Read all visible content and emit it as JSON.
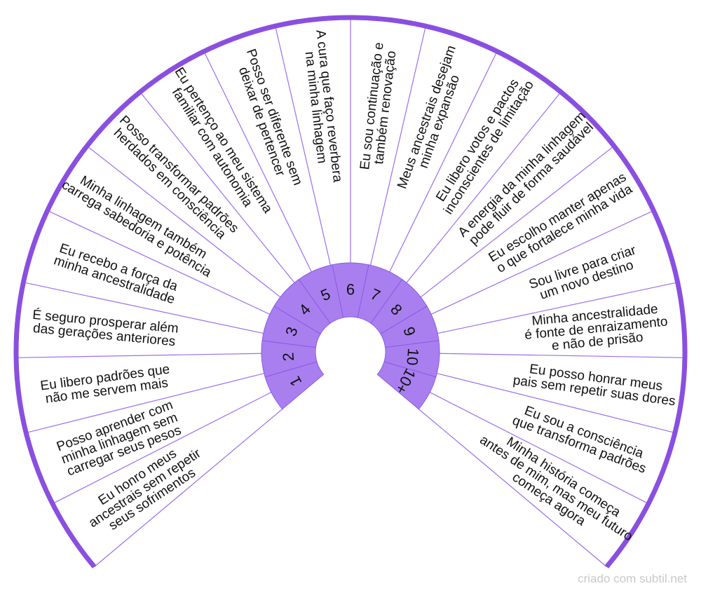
{
  "colors": {
    "ring": "#8a4fe0",
    "hub": "#a97ff0",
    "hub_stroke": "#8a5ae6",
    "spoke": "#9b6ef0"
  },
  "hub": {
    "numbers": [
      "1",
      "2",
      "3",
      "4",
      "5",
      "6",
      "7",
      "8",
      "9",
      "10",
      "10+"
    ]
  },
  "labels": [
    [
      "Eu honro meus",
      "ancestrais sem repetir",
      "seus sofrimentos"
    ],
    [
      "Posso aprender com",
      "minha linhagem sem",
      "carregar seus pesos"
    ],
    [
      "Eu libero padrões que",
      "não me servem mais"
    ],
    [
      "É seguro prosperar além",
      "das gerações anteriores"
    ],
    [
      "Eu recebo a força da",
      "minha ancestralidade"
    ],
    [
      "Minha linhagem também",
      "carrega sabedoria e potência"
    ],
    [
      "Posso transformar padrões",
      "herdados em consciência"
    ],
    [
      "Eu pertenço ao meu sistema",
      "familiar com autonomia"
    ],
    [
      "Posso ser diferente sem",
      "deixar de pertencer"
    ],
    [
      "A cura que faço reverbera",
      "na minha linhagem"
    ],
    [
      "Eu sou continuação e",
      "também renovação"
    ],
    [
      "Meus ancestrais desejam",
      "minha expansão"
    ],
    [
      "Eu libero votos e pactos",
      "inconscientes de limitação"
    ],
    [
      "A energia da minha linhagem",
      "pode fluir de forma saudável"
    ],
    [
      "Eu escolho manter apenas",
      "o que fortalece minha vida"
    ],
    [
      "Sou livre para criar",
      "um novo destino"
    ],
    [
      "Minha ancestralidade",
      "é fonte de enraizamento",
      "e não de prisão"
    ],
    [
      "Eu posso honrar meus",
      "pais sem repetir suas dores"
    ],
    [
      "Eu sou a consciência",
      "que transforma padrões"
    ],
    [
      "Minha história começa",
      "antes de mim, mas meu futuro",
      "começa agora"
    ]
  ],
  "watermark": "criado com subtil.net"
}
